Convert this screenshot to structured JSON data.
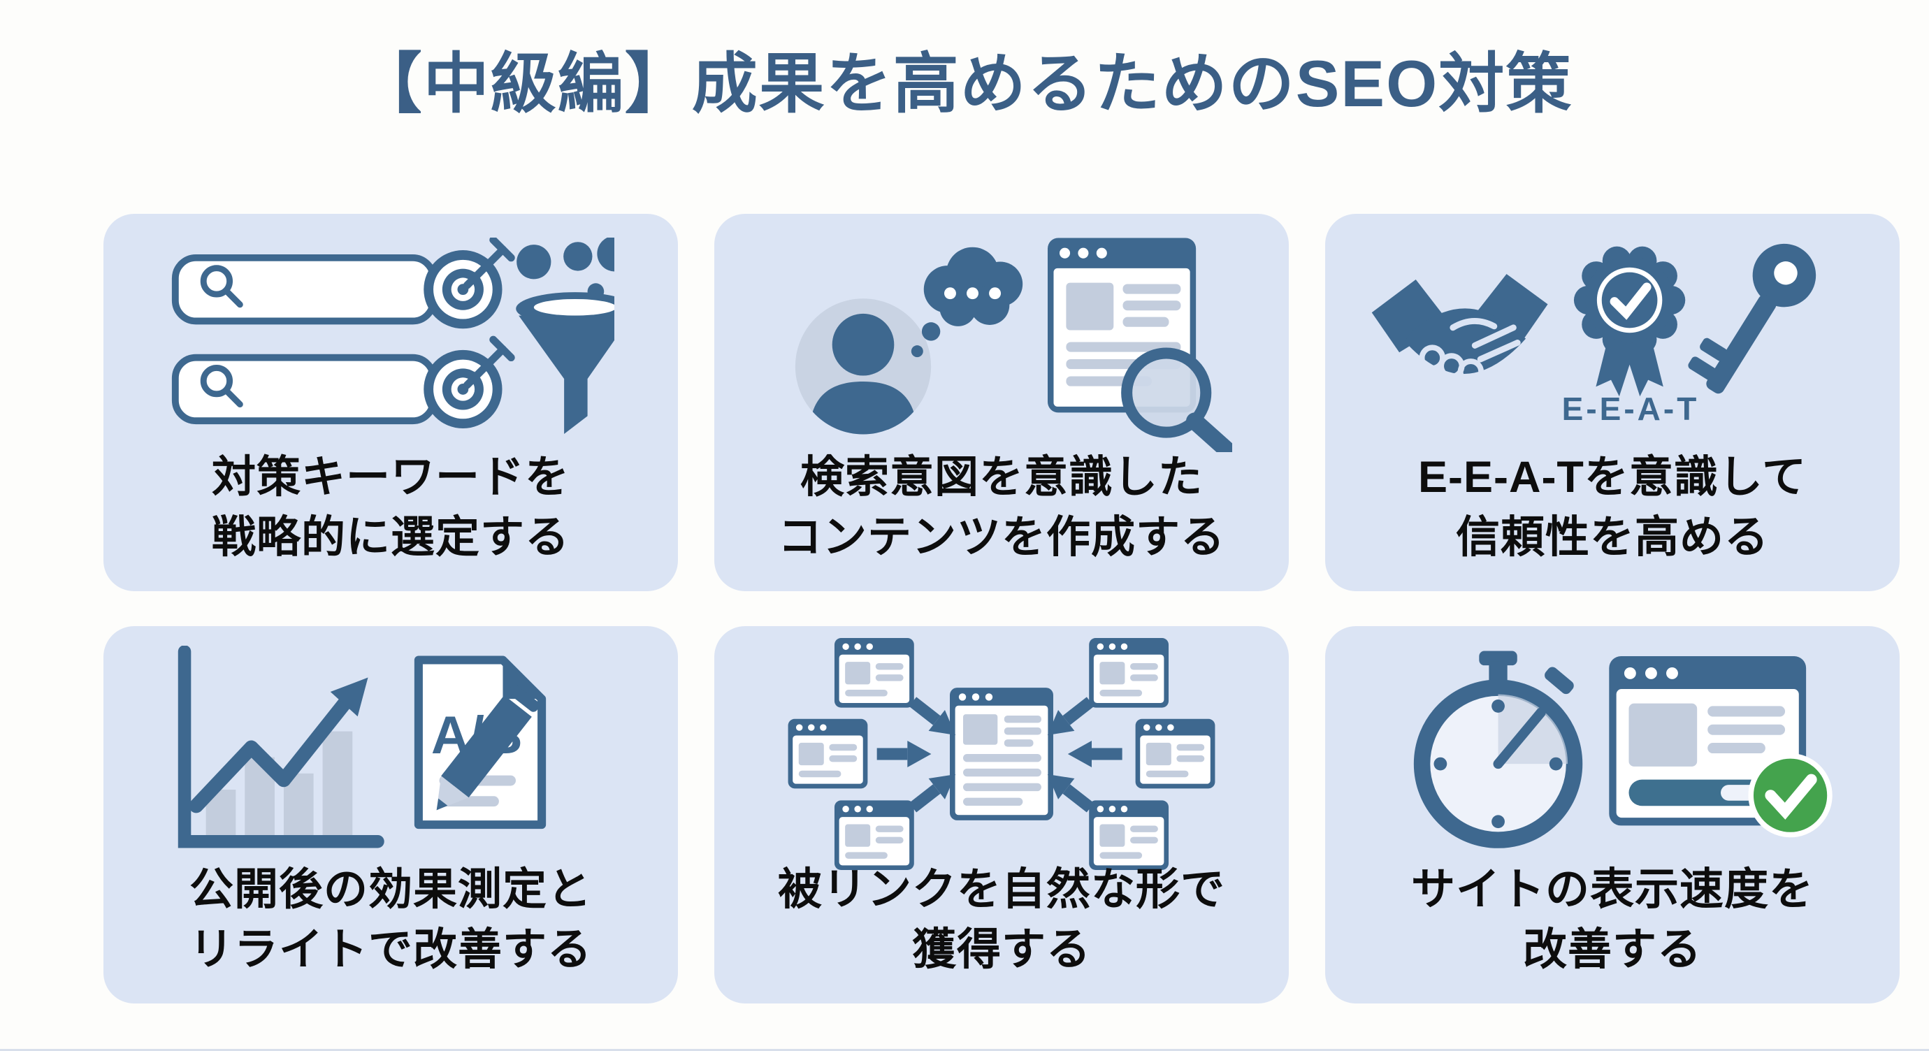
{
  "page": {
    "title": "【中級編】成果を高めるためのSEO対策",
    "colors": {
      "accent": "#3e688f",
      "card_bg": "#dbe4f4",
      "gray": "#c3cddd",
      "avatar": "#c9d3e3",
      "green": "#44a34d",
      "bar": "#3e708f",
      "title": "#3b5f86",
      "text": "#0d0d0d",
      "page_bg": "#fdfdfb",
      "hairline": "#d8dfeb"
    }
  },
  "cards": [
    {
      "id": "keywords",
      "icons": [
        "search-bar-icon",
        "target-icon",
        "funnel-icon"
      ],
      "caption_line1": "対策キーワードを",
      "caption_line2": "戦略的に選定する"
    },
    {
      "id": "search-intent",
      "icons": [
        "user-thinking-icon",
        "thought-bubble-icon",
        "webpage-magnifier-icon"
      ],
      "caption_line1": "検索意図を意識した",
      "caption_line2": "コンテンツを作成する"
    },
    {
      "id": "eeat",
      "icons": [
        "handshake-icon",
        "award-badge-icon",
        "key-icon"
      ],
      "badge_label": "E-E-A-T",
      "caption_line1": "E-E-A-Tを意識して",
      "caption_line2": "信頼性を高める"
    },
    {
      "id": "measurement",
      "icons": [
        "growth-chart-icon",
        "ab-test-document-icon",
        "pencil-icon"
      ],
      "doc_label": "A/B",
      "caption_line1": "公開後の効果測定と",
      "caption_line2": "リライトで改善する"
    },
    {
      "id": "backlinks",
      "icons": [
        "link-network-icon"
      ],
      "caption_line1": "被リンクを自然な形で",
      "caption_line2": "獲得する"
    },
    {
      "id": "site-speed",
      "icons": [
        "stopwatch-icon",
        "webpage-check-icon"
      ],
      "caption_line1": "サイトの表示速度を",
      "caption_line2": "改善する"
    }
  ]
}
